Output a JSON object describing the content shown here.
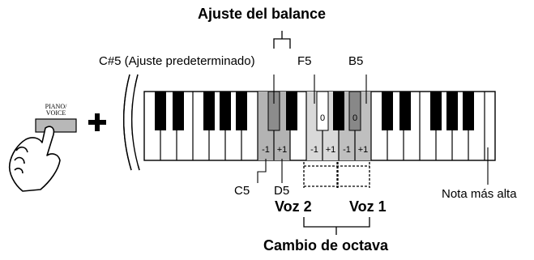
{
  "labels": {
    "balance_title": "Ajuste del balance",
    "c_sharp_5": "C#5 (Ajuste predeterminado)",
    "f5": "F5",
    "b5": "B5",
    "c5": "C5",
    "d5": "D5",
    "highest_note": "Nota más alta",
    "voice2": "Voz 2",
    "voice1": "Voz 1",
    "octave_change": "Cambio de octava"
  },
  "button": {
    "line1": "PIANO/",
    "line2": "VOICE"
  },
  "key_marks": {
    "c5_minus": "-1",
    "d5_plus": "+1",
    "f5_zero": "0",
    "f5_minus": "-1",
    "g5_plus": "+1",
    "b5_zero": "0",
    "a5_minus": "-1",
    "b5_plus": "+1"
  },
  "colors": {
    "balance_highlight": "#b3b3b3",
    "voice2_highlight": "#d9d9d9",
    "voice1_highlight": "#bfbfbf",
    "dark_key_highlight": "#888888"
  }
}
